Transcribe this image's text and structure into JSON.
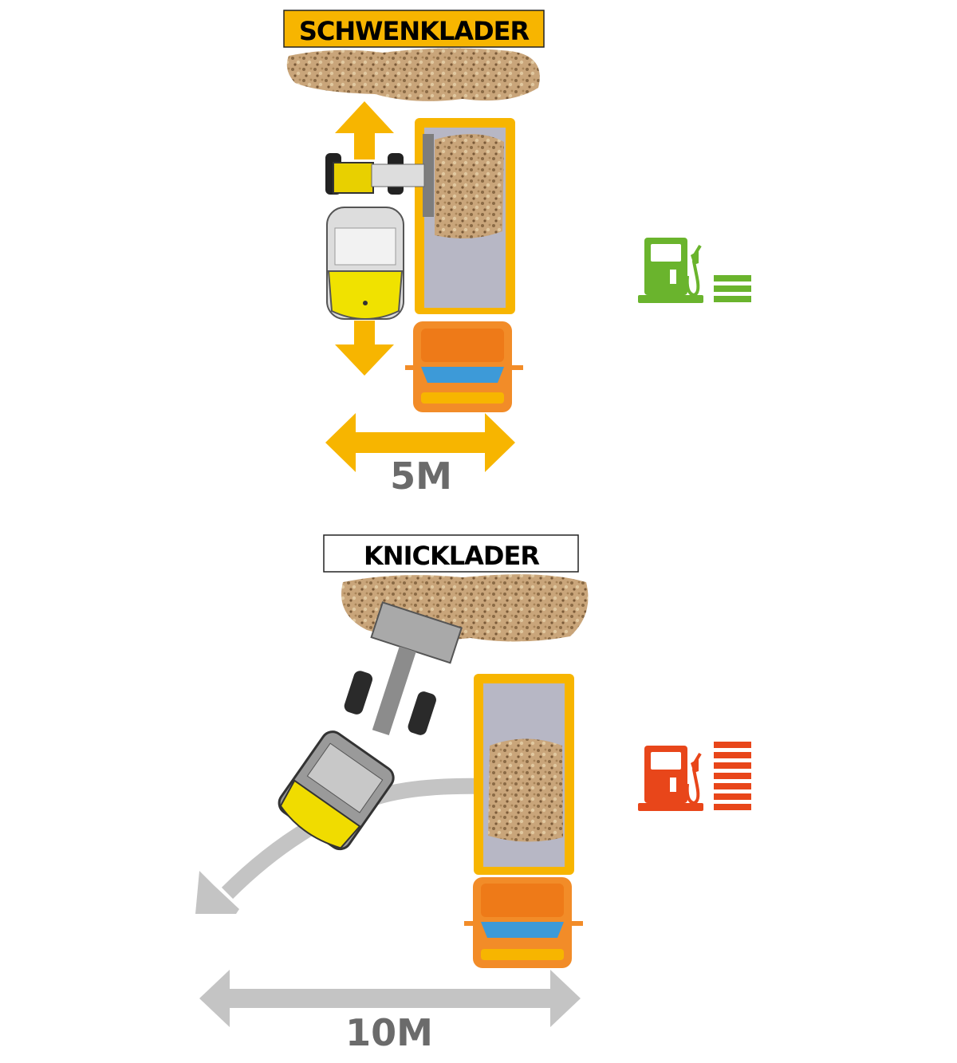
{
  "sections": [
    {
      "title": "SCHWENKLADER",
      "distance": "5M",
      "fuel_level": 3,
      "fuel_color": "#6ab42d",
      "icon": "fuel-pump-icon"
    },
    {
      "title": "KNICKLADER",
      "distance": "10M",
      "fuel_level": 7,
      "fuel_color": "#e8461a",
      "icon": "fuel-pump-icon"
    }
  ],
  "colors": {
    "yellow_accent": "#f7b500",
    "truck_orange": "#f28c28",
    "gray_arrow": "#c4c4c4"
  }
}
